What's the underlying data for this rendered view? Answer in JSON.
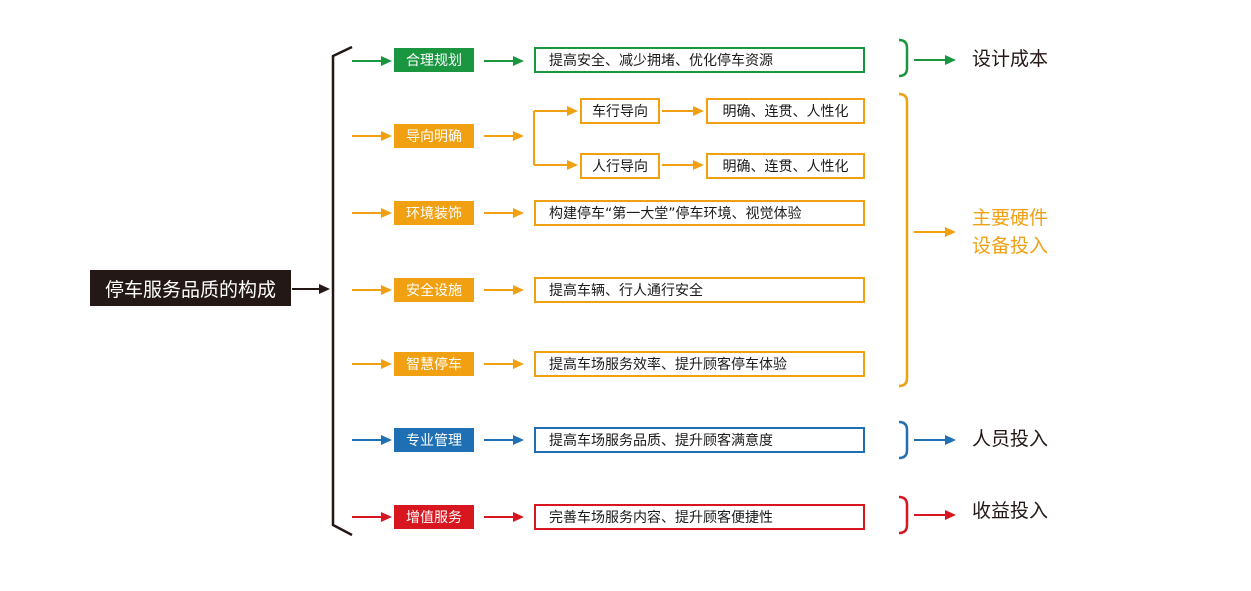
{
  "root": {
    "label": "停车服务品质的构成"
  },
  "colors": {
    "green": "#1a9641",
    "orange": "#f0a010",
    "blue": "#1f6fb4",
    "red": "#d7161f",
    "black": "#231815"
  },
  "rows": [
    {
      "category": "合理规划",
      "description": "提高安全、减少拥堵、优化停车资源",
      "color": "green"
    },
    {
      "category": "导向明确",
      "color": "orange",
      "branches": [
        {
          "label": "车行导向",
          "result": "明确、连贯、人性化"
        },
        {
          "label": "人行导向",
          "result": "明确、连贯、人性化"
        }
      ]
    },
    {
      "category": "环境装饰",
      "description": "构建停车“第一大堂”停车环境、视觉体验",
      "color": "orange"
    },
    {
      "category": "安全设施",
      "description": "提高车辆、行人通行安全",
      "color": "orange"
    },
    {
      "category": "智慧停车",
      "description": "提高车场服务效率、提升顾客停车体验",
      "color": "orange"
    },
    {
      "category": "专业管理",
      "description": "提高车场服务品质、提升顾客满意度",
      "color": "blue"
    },
    {
      "category": "增值服务",
      "description": "完善车场服务内容、提升顾客便捷性",
      "color": "red"
    }
  ],
  "outcomes": [
    {
      "label": "设计成本",
      "color": "black"
    },
    {
      "label": "主要硬件设备投入",
      "lines": [
        "主要硬件",
        "设备投入"
      ],
      "color": "orange"
    },
    {
      "label": "人员投入",
      "color": "black"
    },
    {
      "label": "收益投入",
      "color": "black"
    }
  ]
}
